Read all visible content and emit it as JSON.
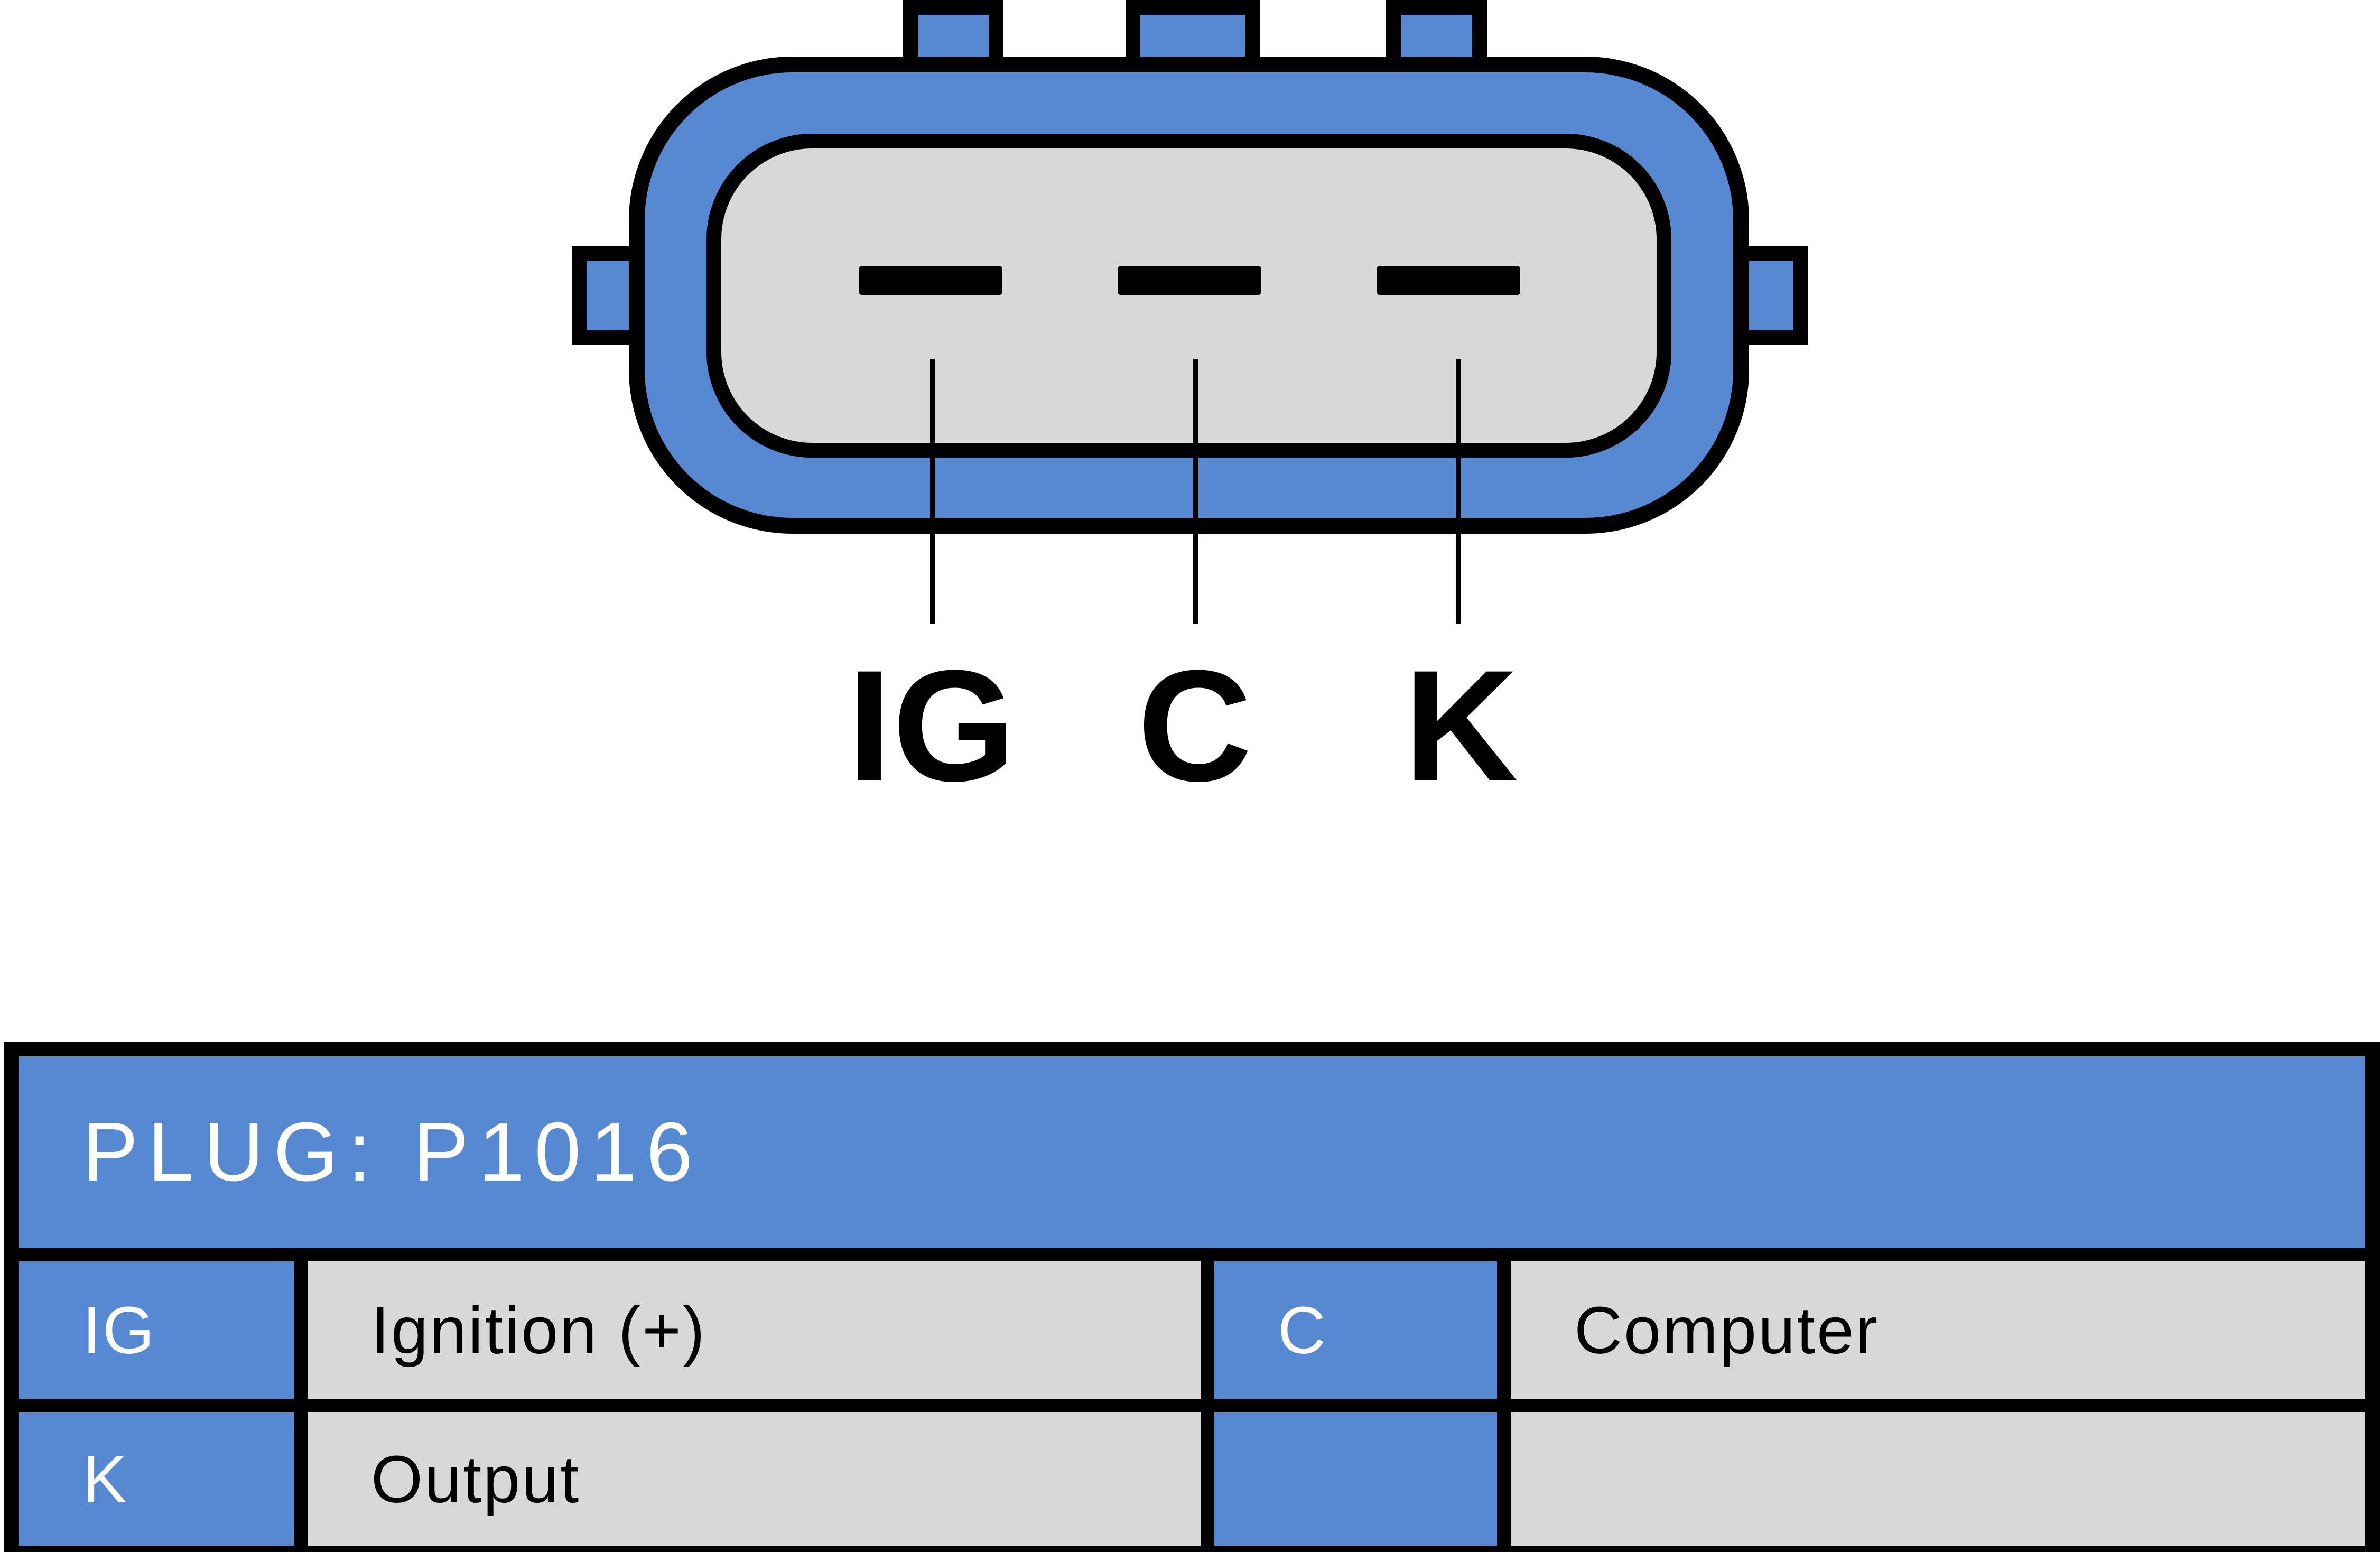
{
  "colors": {
    "blue": "#5689D2",
    "gray": "#D8D8D8",
    "outline": "#000000",
    "text_on_blue": "#FFFFFF",
    "text_on_gray": "#000000"
  },
  "connector": {
    "pin_count": 3,
    "pin_labels": [
      "IG",
      "C",
      "K"
    ]
  },
  "table": {
    "header_label": "PLUG: P1016",
    "rows": [
      [
        "IG",
        "Ignition (+)",
        "C",
        "Computer"
      ],
      [
        "K",
        "Output",
        "",
        ""
      ]
    ]
  }
}
